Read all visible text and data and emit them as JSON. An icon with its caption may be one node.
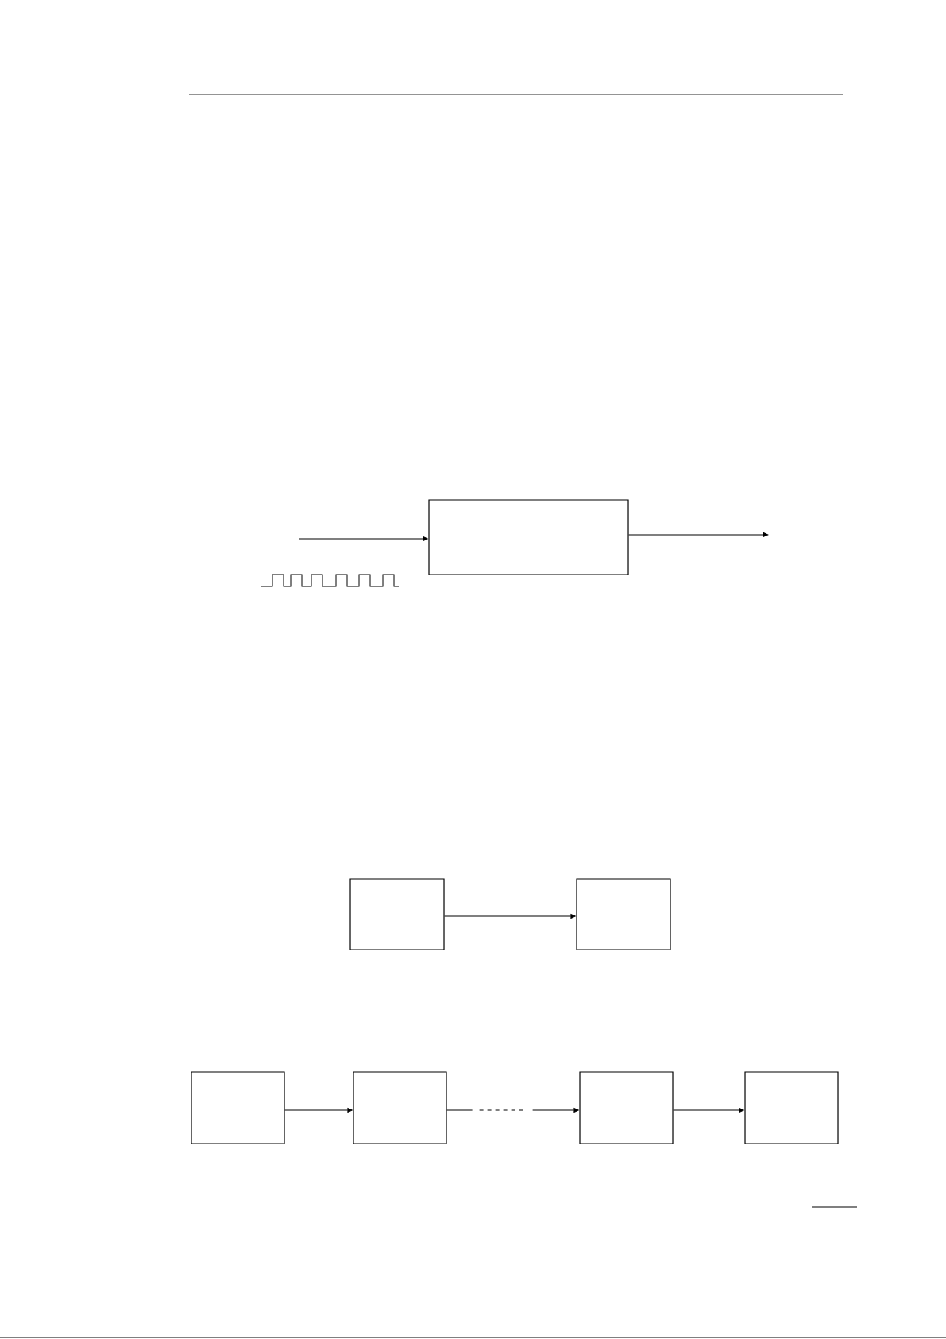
{
  "diagram": {
    "nodes": [
      {
        "text": [],
        "shape": "box"
      },
      {
        "text": [],
        "shape": "box"
      },
      {
        "text": [],
        "shape": "box"
      },
      {
        "text": [],
        "shape": "box"
      },
      {
        "text": [],
        "shape": "box"
      },
      {
        "text": [],
        "shape": "box"
      },
      {
        "text": [],
        "shape": "box"
      }
    ],
    "edges": [
      {
        "from": null,
        "to": 0,
        "arrow": "to"
      },
      {
        "from": 0,
        "to": null,
        "arrow": "to"
      },
      {
        "from": 1,
        "to": 2,
        "arrow": "to"
      },
      {
        "from": 3,
        "to": 4,
        "arrow": "to"
      },
      {
        "from": 4,
        "to": 5,
        "arrow": "to",
        "style": "dashed"
      },
      {
        "from": 5,
        "to": 6,
        "arrow": "to"
      }
    ]
  }
}
